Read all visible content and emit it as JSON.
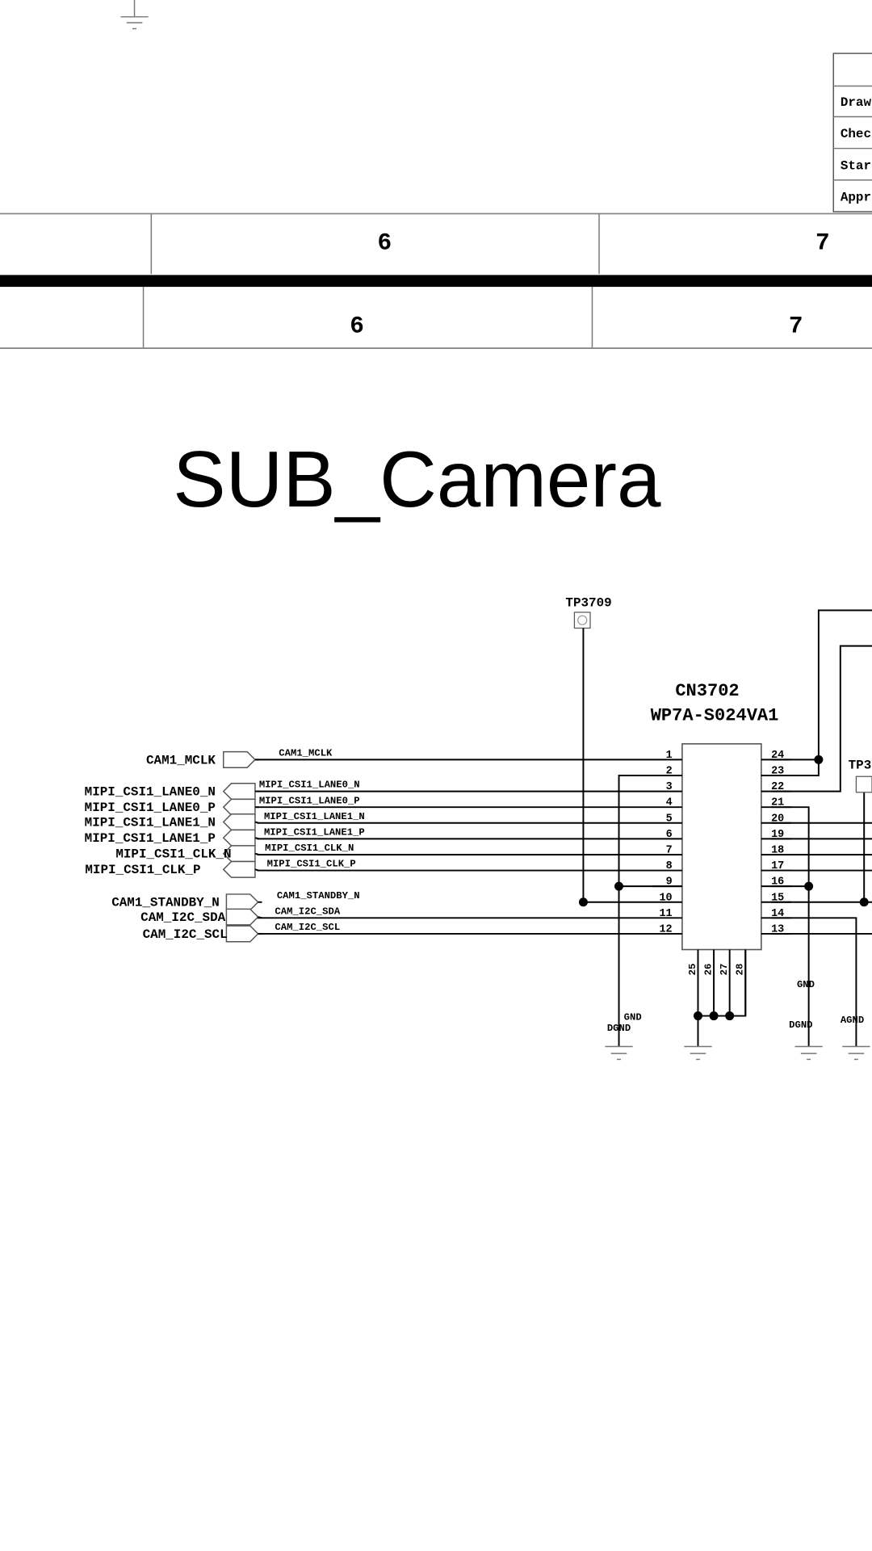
{
  "title_block": {
    "rows": [
      "Draw",
      "Chec",
      "Star",
      "Appr"
    ]
  },
  "zone_row_top": [
    "6",
    "7"
  ],
  "zone_row_bottom": [
    "6",
    "7"
  ],
  "sheet_title": "SUB_Camera",
  "connector": {
    "ref": "CN3702",
    "part": "WP7A-S024VA1"
  },
  "testpoints": {
    "tp1": "TP3709",
    "tp2": "TP3"
  },
  "left_pins": [
    "1",
    "2",
    "3",
    "4",
    "5",
    "6",
    "7",
    "8",
    "9",
    "10",
    "11",
    "12"
  ],
  "right_pins": [
    "24",
    "23",
    "22",
    "21",
    "20",
    "19",
    "18",
    "17",
    "16",
    "15",
    "14",
    "13"
  ],
  "bottom_pins": [
    "25",
    "26",
    "27",
    "28"
  ],
  "ports": [
    "CAM1_MCLK",
    "MIPI_CSI1_LANE0_N",
    "MIPI_CSI1_LANE0_P",
    "MIPI_CSI1_LANE1_N",
    "MIPI_CSI1_LANE1_P",
    "MIPI_CSI1_CLK_N",
    "MIPI_CSI1_CLK_P",
    "CAM1_STANDBY_N",
    "CAM_I2C_SDA",
    "CAM_I2C_SCL"
  ],
  "nets": [
    "CAM1_MCLK",
    "MIPI_CSI1_LANE0_N",
    "MIPI_CSI1_LANE0_P",
    "MIPI_CSI1_LANE1_N",
    "MIPI_CSI1_LANE1_P",
    "MIPI_CSI1_CLK_N",
    "MIPI_CSI1_CLK_P",
    "CAM1_STANDBY_N",
    "CAM_I2C_SDA",
    "CAM_I2C_SCL"
  ],
  "power_labels": {
    "gnd1": "GND",
    "dgnd1": "DGND",
    "gnd2": "GND",
    "dgnd2": "DGND",
    "agnd": "AGND"
  }
}
